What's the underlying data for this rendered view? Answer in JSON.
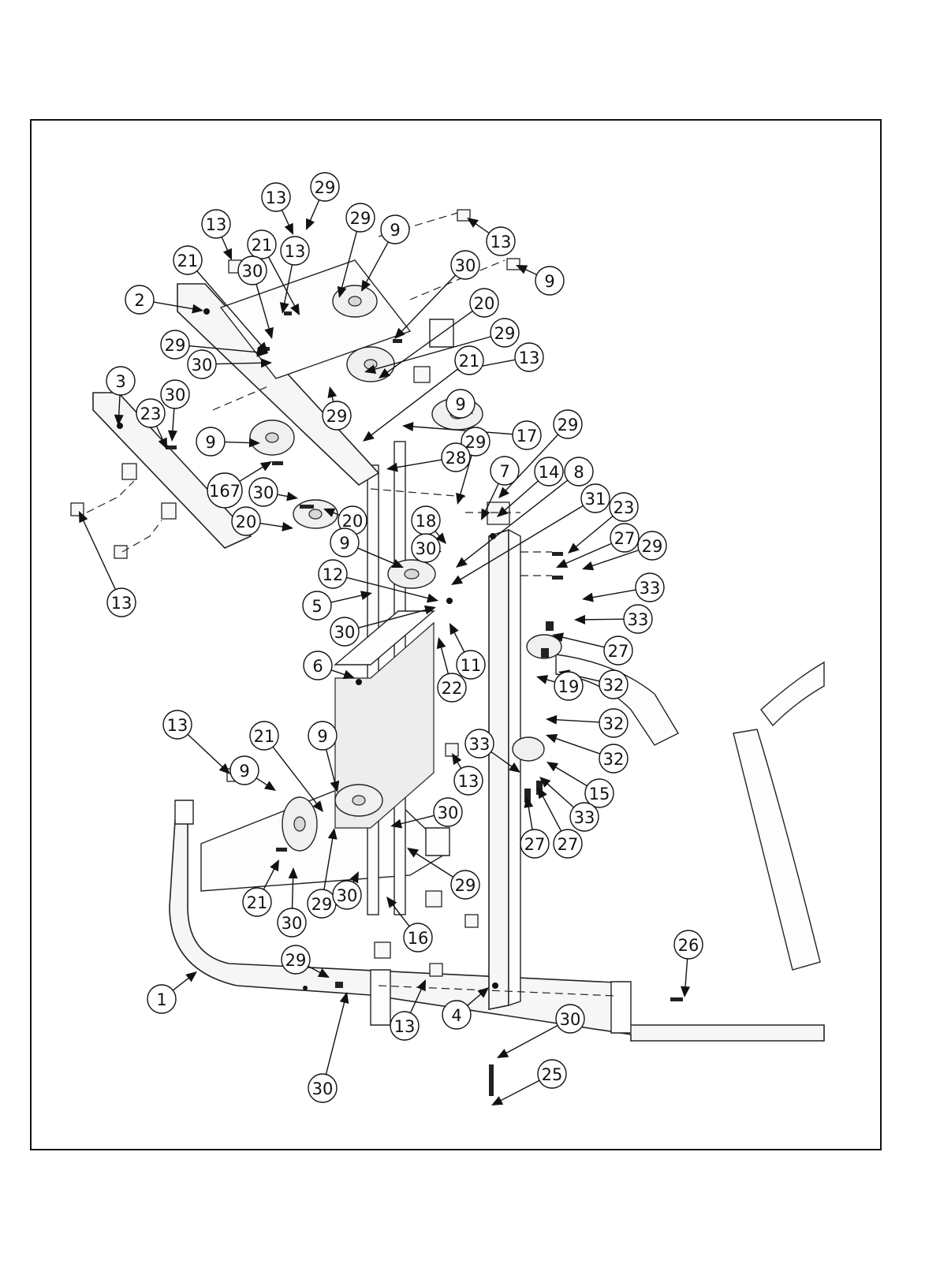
{
  "diagram": {
    "callouts": [
      {
        "label": "13"
      },
      {
        "label": "29"
      },
      {
        "label": "29"
      },
      {
        "label": "9"
      },
      {
        "label": "13"
      },
      {
        "label": "13"
      },
      {
        "label": "9"
      },
      {
        "label": "21"
      },
      {
        "label": "13"
      },
      {
        "label": "21"
      },
      {
        "label": "30"
      },
      {
        "label": "30"
      },
      {
        "label": "2"
      },
      {
        "label": "20"
      },
      {
        "label": "29"
      },
      {
        "label": "29"
      },
      {
        "label": "30"
      },
      {
        "label": "21"
      },
      {
        "label": "13"
      },
      {
        "label": "3"
      },
      {
        "label": "30"
      },
      {
        "label": "9"
      },
      {
        "label": "23"
      },
      {
        "label": "29"
      },
      {
        "label": "29"
      },
      {
        "label": "17"
      },
      {
        "label": "9"
      },
      {
        "label": "28"
      },
      {
        "label": "29"
      },
      {
        "label": "7"
      },
      {
        "label": "14"
      },
      {
        "label": "8"
      },
      {
        "label": "167"
      },
      {
        "label": "30"
      },
      {
        "label": "31"
      },
      {
        "label": "23"
      },
      {
        "label": "20"
      },
      {
        "label": "20"
      },
      {
        "label": "18"
      },
      {
        "label": "27"
      },
      {
        "label": "29"
      },
      {
        "label": "9"
      },
      {
        "label": "30"
      },
      {
        "label": "13"
      },
      {
        "label": "12"
      },
      {
        "label": "33"
      },
      {
        "label": "5"
      },
      {
        "label": "33"
      },
      {
        "label": "30"
      },
      {
        "label": "27"
      },
      {
        "label": "11"
      },
      {
        "label": "6"
      },
      {
        "label": "22"
      },
      {
        "label": "19"
      },
      {
        "label": "32"
      },
      {
        "label": "32"
      },
      {
        "label": "13"
      },
      {
        "label": "21"
      },
      {
        "label": "9"
      },
      {
        "label": "33"
      },
      {
        "label": "32"
      },
      {
        "label": "9"
      },
      {
        "label": "13"
      },
      {
        "label": "15"
      },
      {
        "label": "30"
      },
      {
        "label": "33"
      },
      {
        "label": "27"
      },
      {
        "label": "27"
      },
      {
        "label": "29"
      },
      {
        "label": "21"
      },
      {
        "label": "29"
      },
      {
        "label": "30"
      },
      {
        "label": "30"
      },
      {
        "label": "16"
      },
      {
        "label": "26"
      },
      {
        "label": "29"
      },
      {
        "label": "1"
      },
      {
        "label": "13"
      },
      {
        "label": "4"
      },
      {
        "label": "30"
      },
      {
        "label": "25"
      },
      {
        "label": "30"
      }
    ]
  }
}
